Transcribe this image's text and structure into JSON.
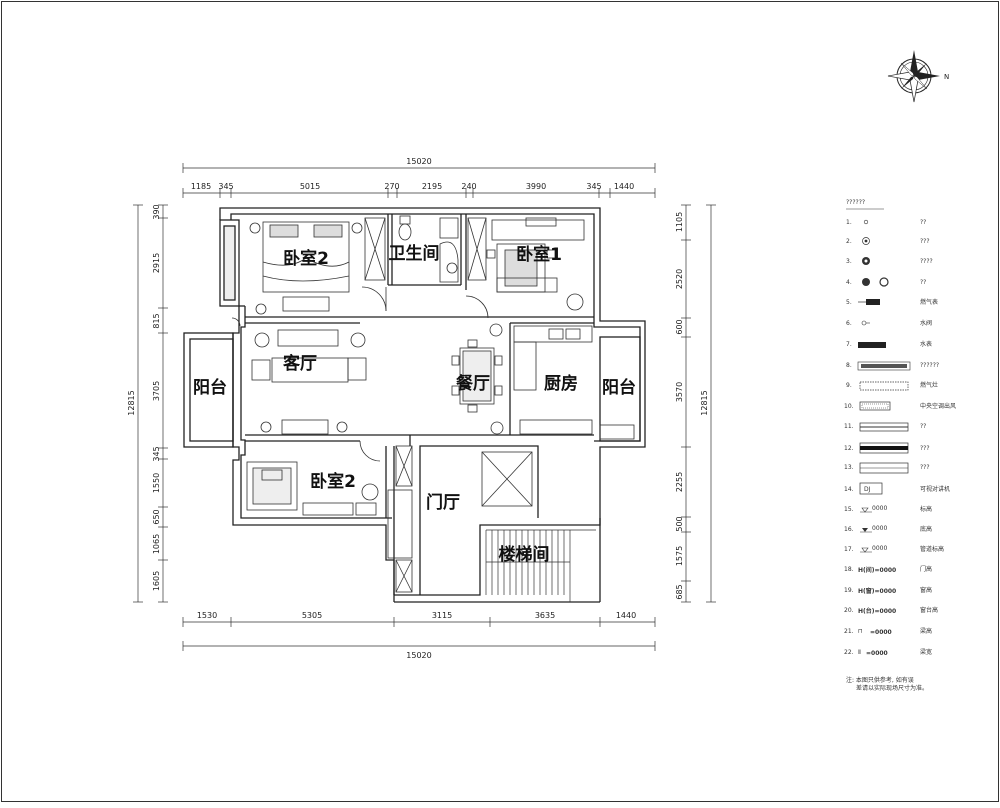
{
  "rooms": {
    "bedroom2_top": "卧室2",
    "bathroom": "卫生间",
    "bedroom1": "卧室1",
    "living": "客厅",
    "dining": "餐厅",
    "kitchen": "厨房",
    "balcony_left": "阳台",
    "balcony_right": "阳台",
    "bedroom2_bottom": "卧室2",
    "foyer": "门厅",
    "stairwell": "楼梯间"
  },
  "dimensions": {
    "top_total": "15020",
    "top": [
      "1185",
      "345",
      "5015",
      "270",
      "2195",
      "240",
      "3990",
      "345",
      "1440"
    ],
    "bottom": [
      "1530",
      "5305",
      "3115",
      "3635",
      "1440"
    ],
    "bottom_total": "15020",
    "left": [
      "390",
      "2915",
      "815",
      "3705",
      "345",
      "1550",
      "650",
      "1065",
      "1605"
    ],
    "left_total": "12815",
    "right": [
      "1105",
      "2520",
      "600",
      "3570",
      "2255",
      "500",
      "1575",
      "685"
    ],
    "right_total": "12815"
  },
  "compass": {
    "north": "N"
  },
  "legend": {
    "title": "??????",
    "items": [
      {
        "num": "1.",
        "desc": "??"
      },
      {
        "num": "2.",
        "desc": "???"
      },
      {
        "num": "3.",
        "desc": "????"
      },
      {
        "num": "4.",
        "desc": "??"
      },
      {
        "num": "5.",
        "desc": "燃气表"
      },
      {
        "num": "6.",
        "desc": "水阀"
      },
      {
        "num": "7.",
        "desc": "水表"
      },
      {
        "num": "8.",
        "desc": "??????"
      },
      {
        "num": "9.",
        "desc": "燃气灶"
      },
      {
        "num": "10.",
        "desc": "中央空调出风"
      },
      {
        "num": "11.",
        "desc": "??"
      },
      {
        "num": "12.",
        "desc": "???"
      },
      {
        "num": "13.",
        "desc": "???"
      },
      {
        "num": "14.",
        "sym": "DJ",
        "desc": "可视对讲机"
      },
      {
        "num": "15.",
        "sym": "0000",
        "desc": "标高"
      },
      {
        "num": "16.",
        "sym": "0000",
        "desc": "底高"
      },
      {
        "num": "17.",
        "sym": "0000",
        "desc": "管道标高"
      },
      {
        "num": "18.",
        "sym": "H(间)=0000",
        "desc": "门高"
      },
      {
        "num": "19.",
        "sym": "H(窗)=0000",
        "desc": "窗高"
      },
      {
        "num": "20.",
        "sym": "H(台)=0000",
        "desc": "窗台高"
      },
      {
        "num": "21.",
        "sym": "=0000",
        "desc": "梁高"
      },
      {
        "num": "22.",
        "sym": "=0000",
        "desc": "梁宽"
      }
    ],
    "note_line1": "注: 本图只供参考, 如有误",
    "note_line2": "差请以实际现场尺寸为准。"
  }
}
